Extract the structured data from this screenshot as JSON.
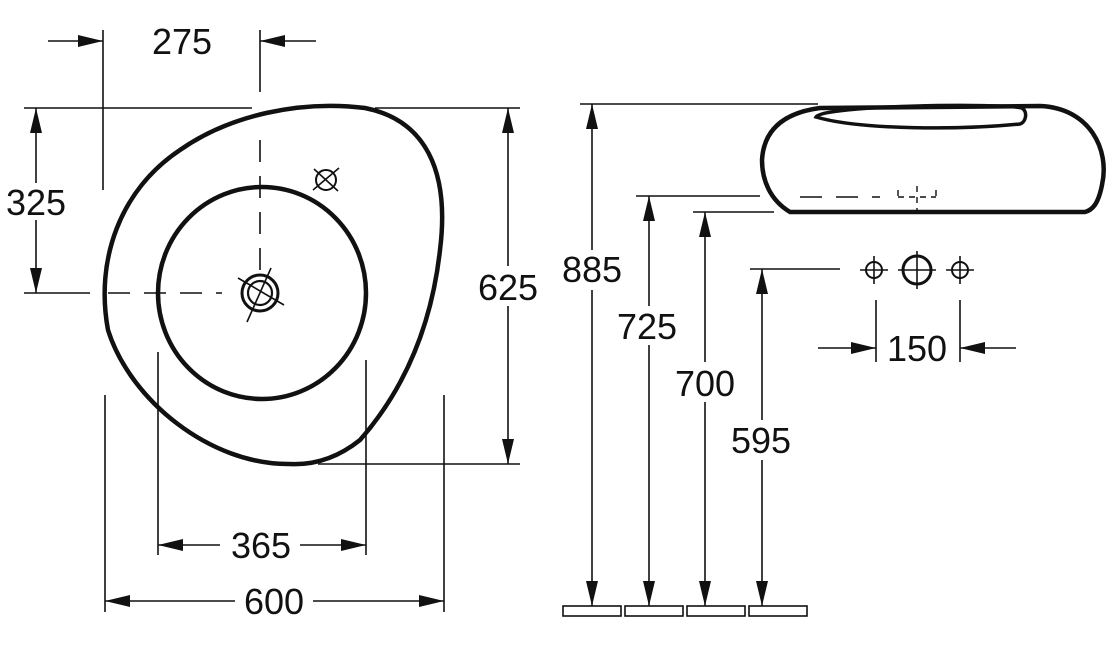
{
  "dimensions": {
    "d275": "275",
    "d325": "325",
    "d625": "625",
    "d365": "365",
    "d600": "600",
    "d885": "885",
    "d725": "725",
    "d700": "700",
    "d595": "595",
    "d150": "150"
  }
}
